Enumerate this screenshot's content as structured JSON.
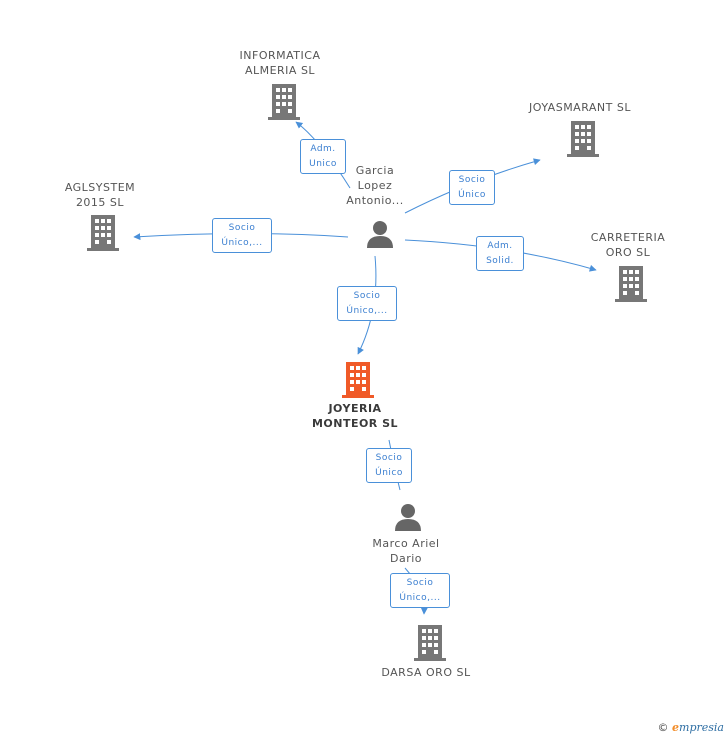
{
  "nodes": {
    "informatica": "INFORMATICA\nALMERIA SL",
    "joyasmarant": "JOYASMARANT SL",
    "aglsystem": "AGLSYSTEM\n2015 SL",
    "carreteria": "CARRETERIA\nORO SL",
    "garcia": "Garcia\nLopez\nAntonio...",
    "joyeria": "JOYERIA\nMONTEOR SL",
    "marco": "Marco Ariel\nDario",
    "darsa": "DARSA ORO SL"
  },
  "edges": {
    "adm_unico": "Adm.\nUnico",
    "socio_unico_joyas": "Socio\nÚnico",
    "socio_unico_agl": "Socio\nÚnico,...",
    "adm_solid": "Adm.\nSolid.",
    "socio_unico_joyeria": "Socio\nÚnico,...",
    "socio_unico_marco": "Socio\nÚnico",
    "socio_unico_darsa": "Socio\nÚnico,..."
  },
  "footer": {
    "copyright": "©",
    "brand_e": "e",
    "brand_rest": "mpresia"
  },
  "colors": {
    "edge": "#4a90d9",
    "company": "#777777",
    "main_company": "#f05a28",
    "person": "#666666"
  }
}
